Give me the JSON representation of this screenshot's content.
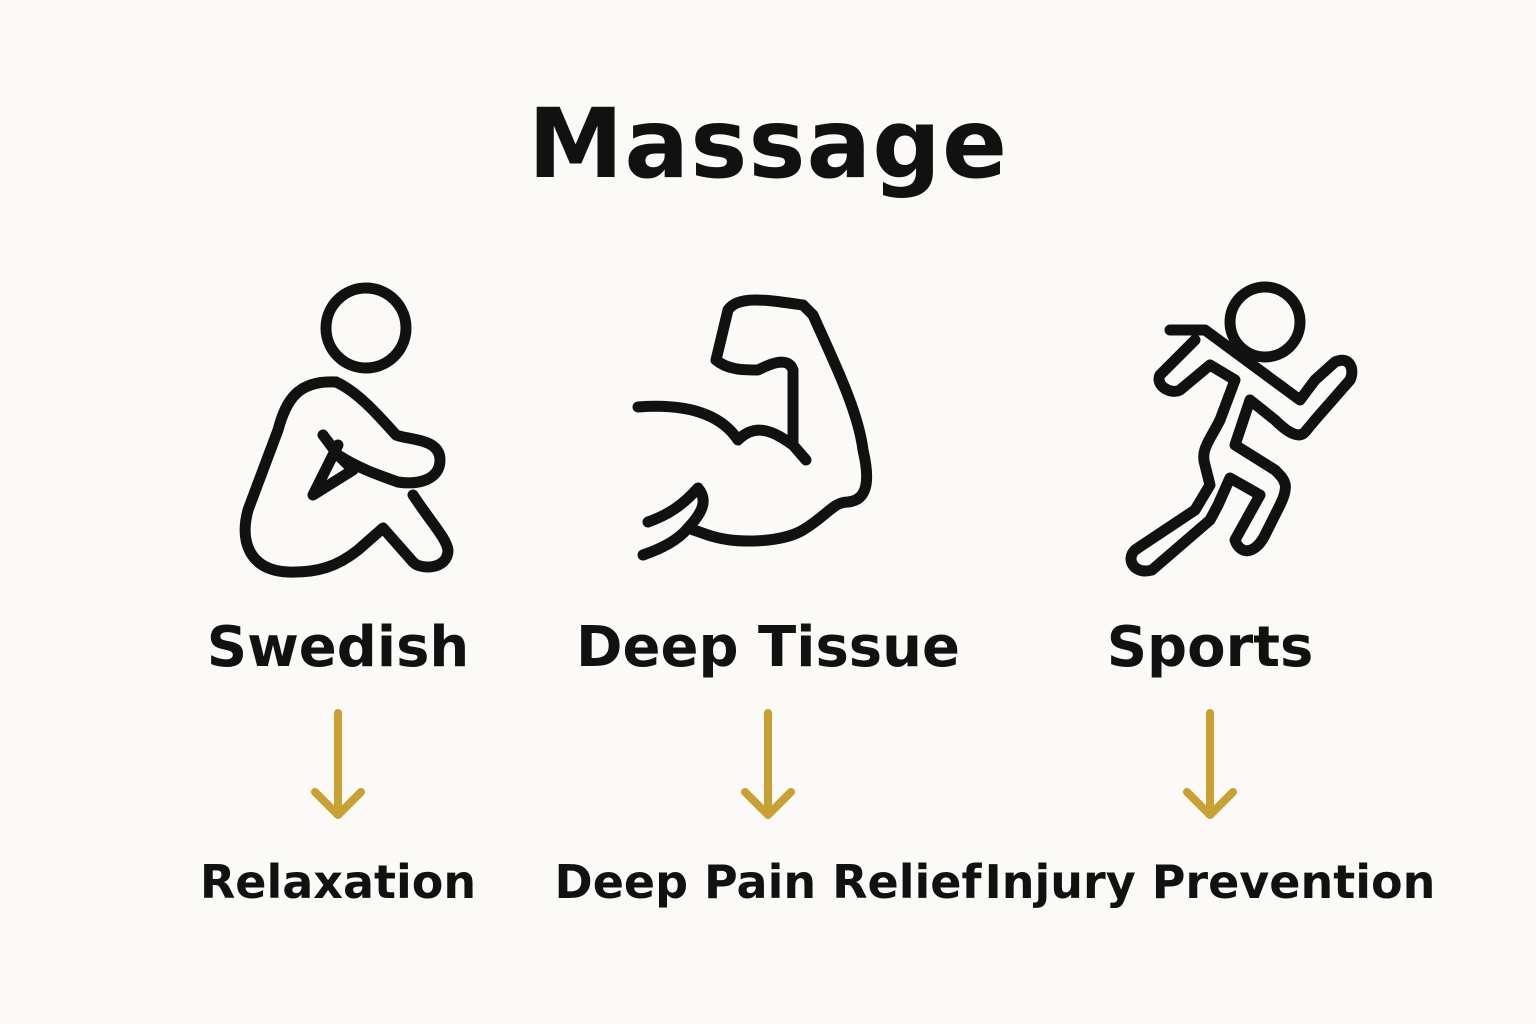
{
  "title": "Massage",
  "accent_color": "#c9a033",
  "types": [
    {
      "label": "Swedish",
      "icon": "seated-person-icon",
      "benefit": "Relaxation"
    },
    {
      "label": "Deep Tissue",
      "icon": "flexed-arm-icon",
      "benefit": "Deep Pain Relief"
    },
    {
      "label": "Sports",
      "icon": "running-person-icon",
      "benefit": "Injury Prevention"
    }
  ]
}
